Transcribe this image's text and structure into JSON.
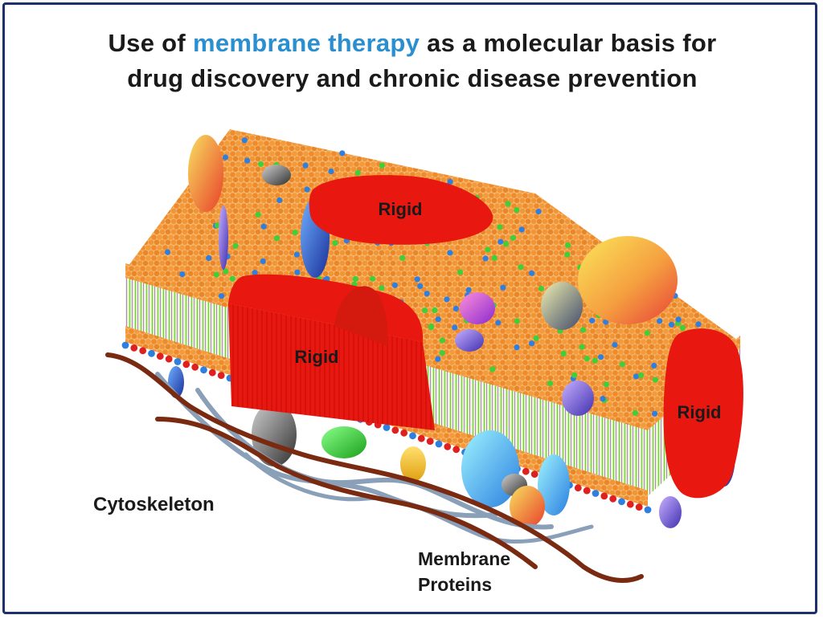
{
  "title": {
    "before": "Use of ",
    "highlight": "membrane therapy",
    "line1_after": " as a molecular basis for",
    "line2": "drug discovery and chronic disease prevention"
  },
  "labels": {
    "rigid_top": "Rigid",
    "rigid_middle": "Rigid",
    "rigid_right": "Rigid",
    "cytoskeleton": "Cytoskeleton",
    "membrane_proteins_line1": "Membrane",
    "membrane_proteins_line2": "Proteins"
  },
  "colors": {
    "frame_border": "#1d2f6f",
    "title_text": "#1a1a1a",
    "title_highlight": "#2a8fd0",
    "rigid_domain": "#e8170f",
    "cytoskeleton": "#7a2a10",
    "cytoskeleton_secondary": "#8aa0b8",
    "lipid_orange": "#f09030",
    "lipid_blue": "#2f7fe0",
    "lipid_green": "#3fcf3a",
    "lipid_red": "#e02020",
    "tail_green": "#7fd63a"
  }
}
